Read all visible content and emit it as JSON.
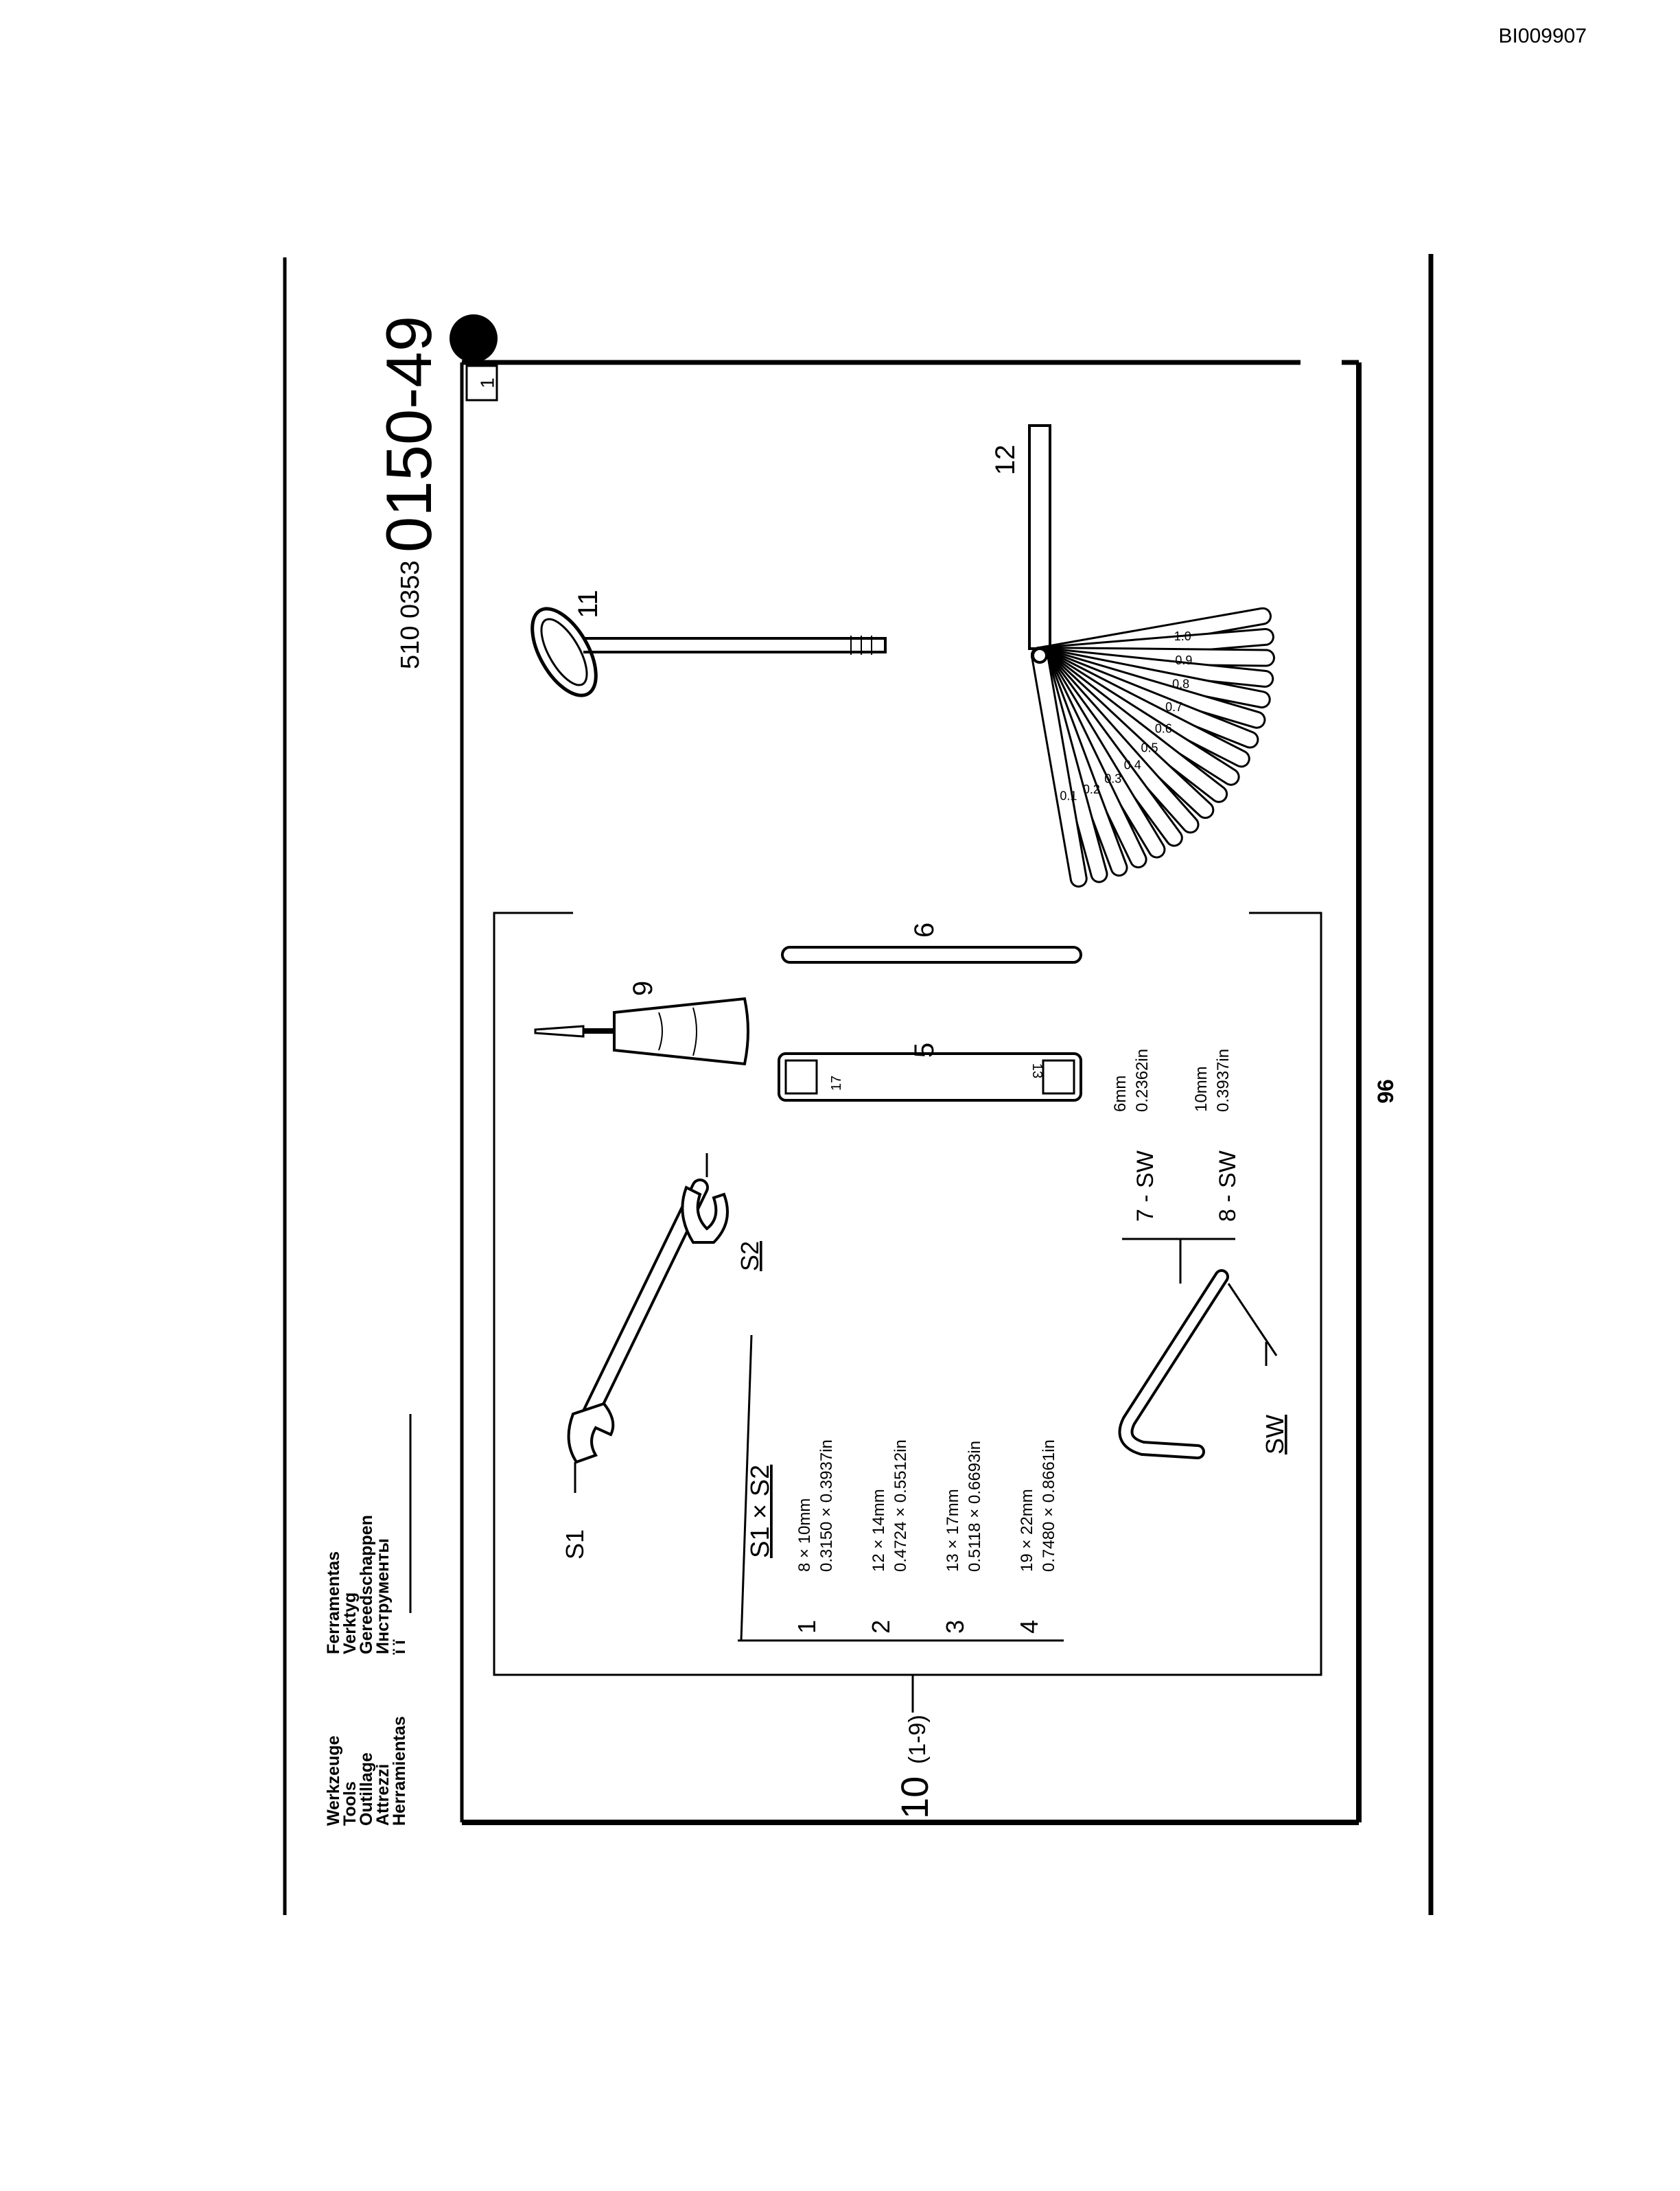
{
  "doc_id": "BI009907",
  "page_number": "96",
  "part_prefix": "510 0353",
  "part_number": "0150-49",
  "sheet_marker": "1",
  "titles_left": [
    "Werkzeuge",
    "Tools",
    "Outillage",
    "Attrezzi",
    "Herramientas"
  ],
  "titles_right": [
    "Ferramentas",
    "Verktyg",
    "Gereedschappen",
    "Инструменты",
    "ï ï"
  ],
  "callouts": {
    "kit": "10",
    "kit_range": "(1-9)",
    "feeler": "12",
    "key": "11",
    "rod": "6",
    "box_wrench": "5",
    "screwdriver": "9",
    "s1": "S1",
    "s2": "S2",
    "sw": "SW"
  },
  "wrench_table": {
    "header": "S1 × S2",
    "rows": [
      {
        "num": "1",
        "mm": "8 × 10mm",
        "inch": "0.3150 × 0.3937in"
      },
      {
        "num": "2",
        "mm": "12 × 14mm",
        "inch": "0.4724 × 0.5512in"
      },
      {
        "num": "3",
        "mm": "13 × 17mm",
        "inch": "0.5118 × 0.6693in"
      },
      {
        "num": "4",
        "mm": "19 × 22mm",
        "inch": "0.7480 × 0.8661in"
      }
    ]
  },
  "hex_keys": [
    {
      "label": "7 - SW",
      "mm": "6mm",
      "inch": "0.2362in"
    },
    {
      "label": "8 - SW",
      "mm": "10mm",
      "inch": "0.3937in"
    }
  ],
  "box_wrench_marks": [
    "17",
    "13"
  ],
  "feeler_marks": [
    "0.1",
    "0.2",
    "0.3",
    "0.4",
    "0.5",
    "0.6",
    "0.7",
    "0.8",
    "0.9",
    "1.0"
  ]
}
